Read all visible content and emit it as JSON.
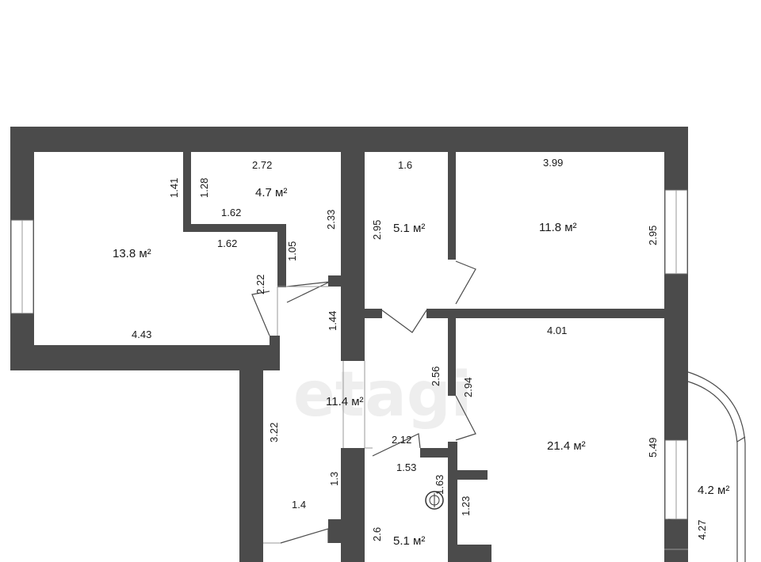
{
  "watermark": "etagi",
  "areas": {
    "a1": "13.8 м²",
    "a2": "4.7 м²",
    "a3": "5.1 м²",
    "a4": "11.8 м²",
    "a5": "11.4 м²",
    "a6": "21.4 м²",
    "a7": "5.1 м²",
    "a8": "4.2 м²"
  },
  "dimensions": {
    "d1": "1.41",
    "d2": "1.28",
    "d3": "2.72",
    "d4": "1.62",
    "d5": "1.62",
    "d6": "2.33",
    "d7": "1.05",
    "d8": "2.22",
    "d9": "4.43",
    "d10": "1.6",
    "d11": "2.95",
    "d12": "3.99",
    "d13": "2.95",
    "d14": "1.44",
    "d15": "4.01",
    "d16": "2.56",
    "d17": "2.94",
    "d18": "3.22",
    "d19": "2.12",
    "d20": "1.53",
    "d21": "1.63",
    "d22": "1.3",
    "d23": "1.4",
    "d24": "1.23",
    "d25": "5.49",
    "d26": "2.6",
    "d27": "4.27"
  },
  "fixtures": {
    "sink": "sink-icon"
  }
}
